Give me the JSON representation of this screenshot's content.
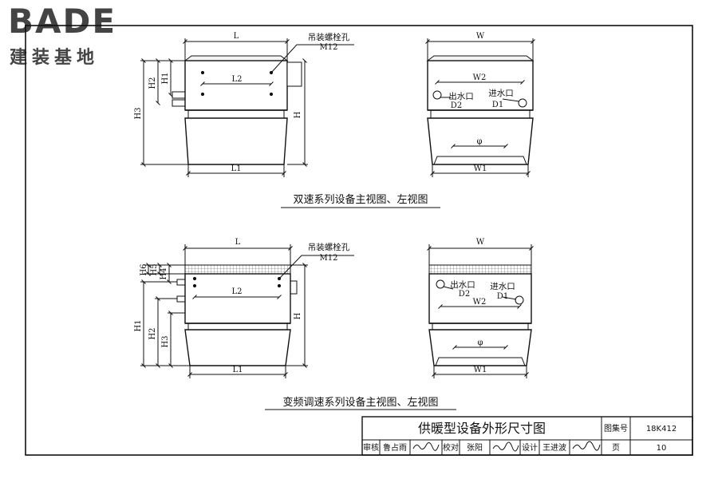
{
  "logo": {
    "main": "BADE",
    "sub": "建装基地"
  },
  "views": {
    "top": {
      "caption": "双速系列设备主视图、左视图",
      "front": {
        "L": "L",
        "L1": "L1",
        "L2": "L2",
        "H": "H",
        "H1": "H1",
        "H2": "H2",
        "H3": "H3",
        "bolt": "吊装螺栓孔",
        "bolt_size": "M12"
      },
      "side": {
        "W": "W",
        "W1": "W1",
        "W2": "W2",
        "phi": "φ",
        "outlet": "出水口",
        "outlet_code": "D2",
        "inlet": "进水口",
        "inlet_code": "D1"
      }
    },
    "bottom": {
      "caption": "变频调速系列设备主视图、左视图",
      "front": {
        "L": "L",
        "L1": "L1",
        "L2": "L2",
        "H": "H",
        "H1": "H1",
        "H2": "H2",
        "H3": "H3",
        "H4": "H4",
        "H5": "H5",
        "H6": "H6",
        "bolt": "吊装螺栓孔",
        "bolt_size": "M12"
      },
      "side": {
        "W": "W",
        "W1": "W1",
        "W2": "W2",
        "phi": "φ",
        "outlet": "出水口",
        "outlet_code": "D2",
        "inlet": "进水口",
        "inlet_code": "D1"
      }
    }
  },
  "title_block": {
    "title": "供暖型设备外形尺寸图",
    "atlas_label": "图集号",
    "atlas_no": "18K412",
    "review_label": "审核",
    "reviewer": "鲁占雨",
    "check_label": "校对",
    "checker": "张阳",
    "design_label": "设计",
    "designer": "王进波",
    "page_label": "页",
    "page_no": "10"
  }
}
